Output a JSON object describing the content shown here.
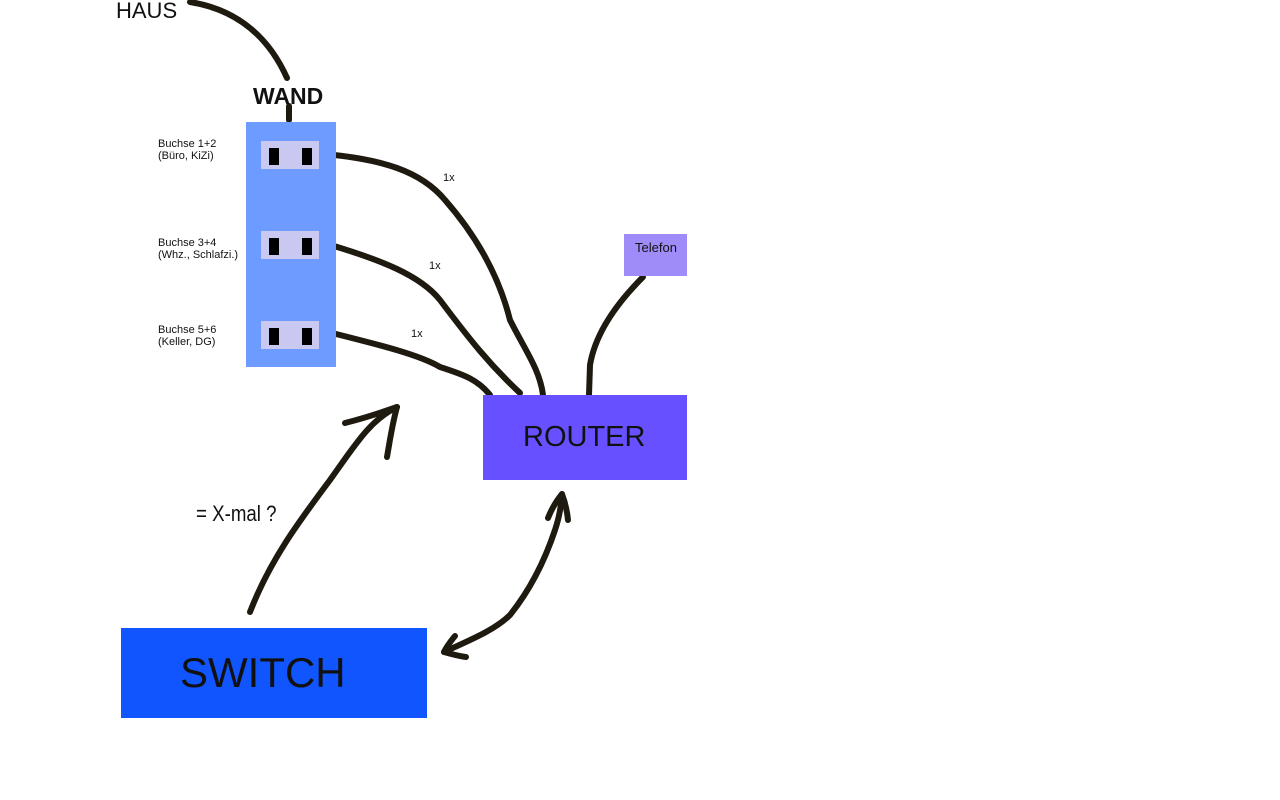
{
  "colors": {
    "wall_panel": "#6e9bff",
    "socket": "#c8c8f0",
    "router": "#6650ff",
    "switch": "#1155ff",
    "telefon": "#a08cf8",
    "cable": "#1e1a10"
  },
  "labels": {
    "haus": "HAUS",
    "wand": "WAND",
    "router": "ROUTER",
    "switch": "SWITCH",
    "telefon": "Telefon",
    "x_mal": "= X-mal ?"
  },
  "sockets": [
    {
      "name": "Buchse 1+2",
      "rooms": "(Büro, KiZi)",
      "count": "1x"
    },
    {
      "name": "Buchse 3+4",
      "rooms": "(Whz., Schlafzi.)",
      "count": "1x"
    },
    {
      "name": "Buchse 5+6",
      "rooms": "(Keller, DG)",
      "count": "1x"
    }
  ]
}
